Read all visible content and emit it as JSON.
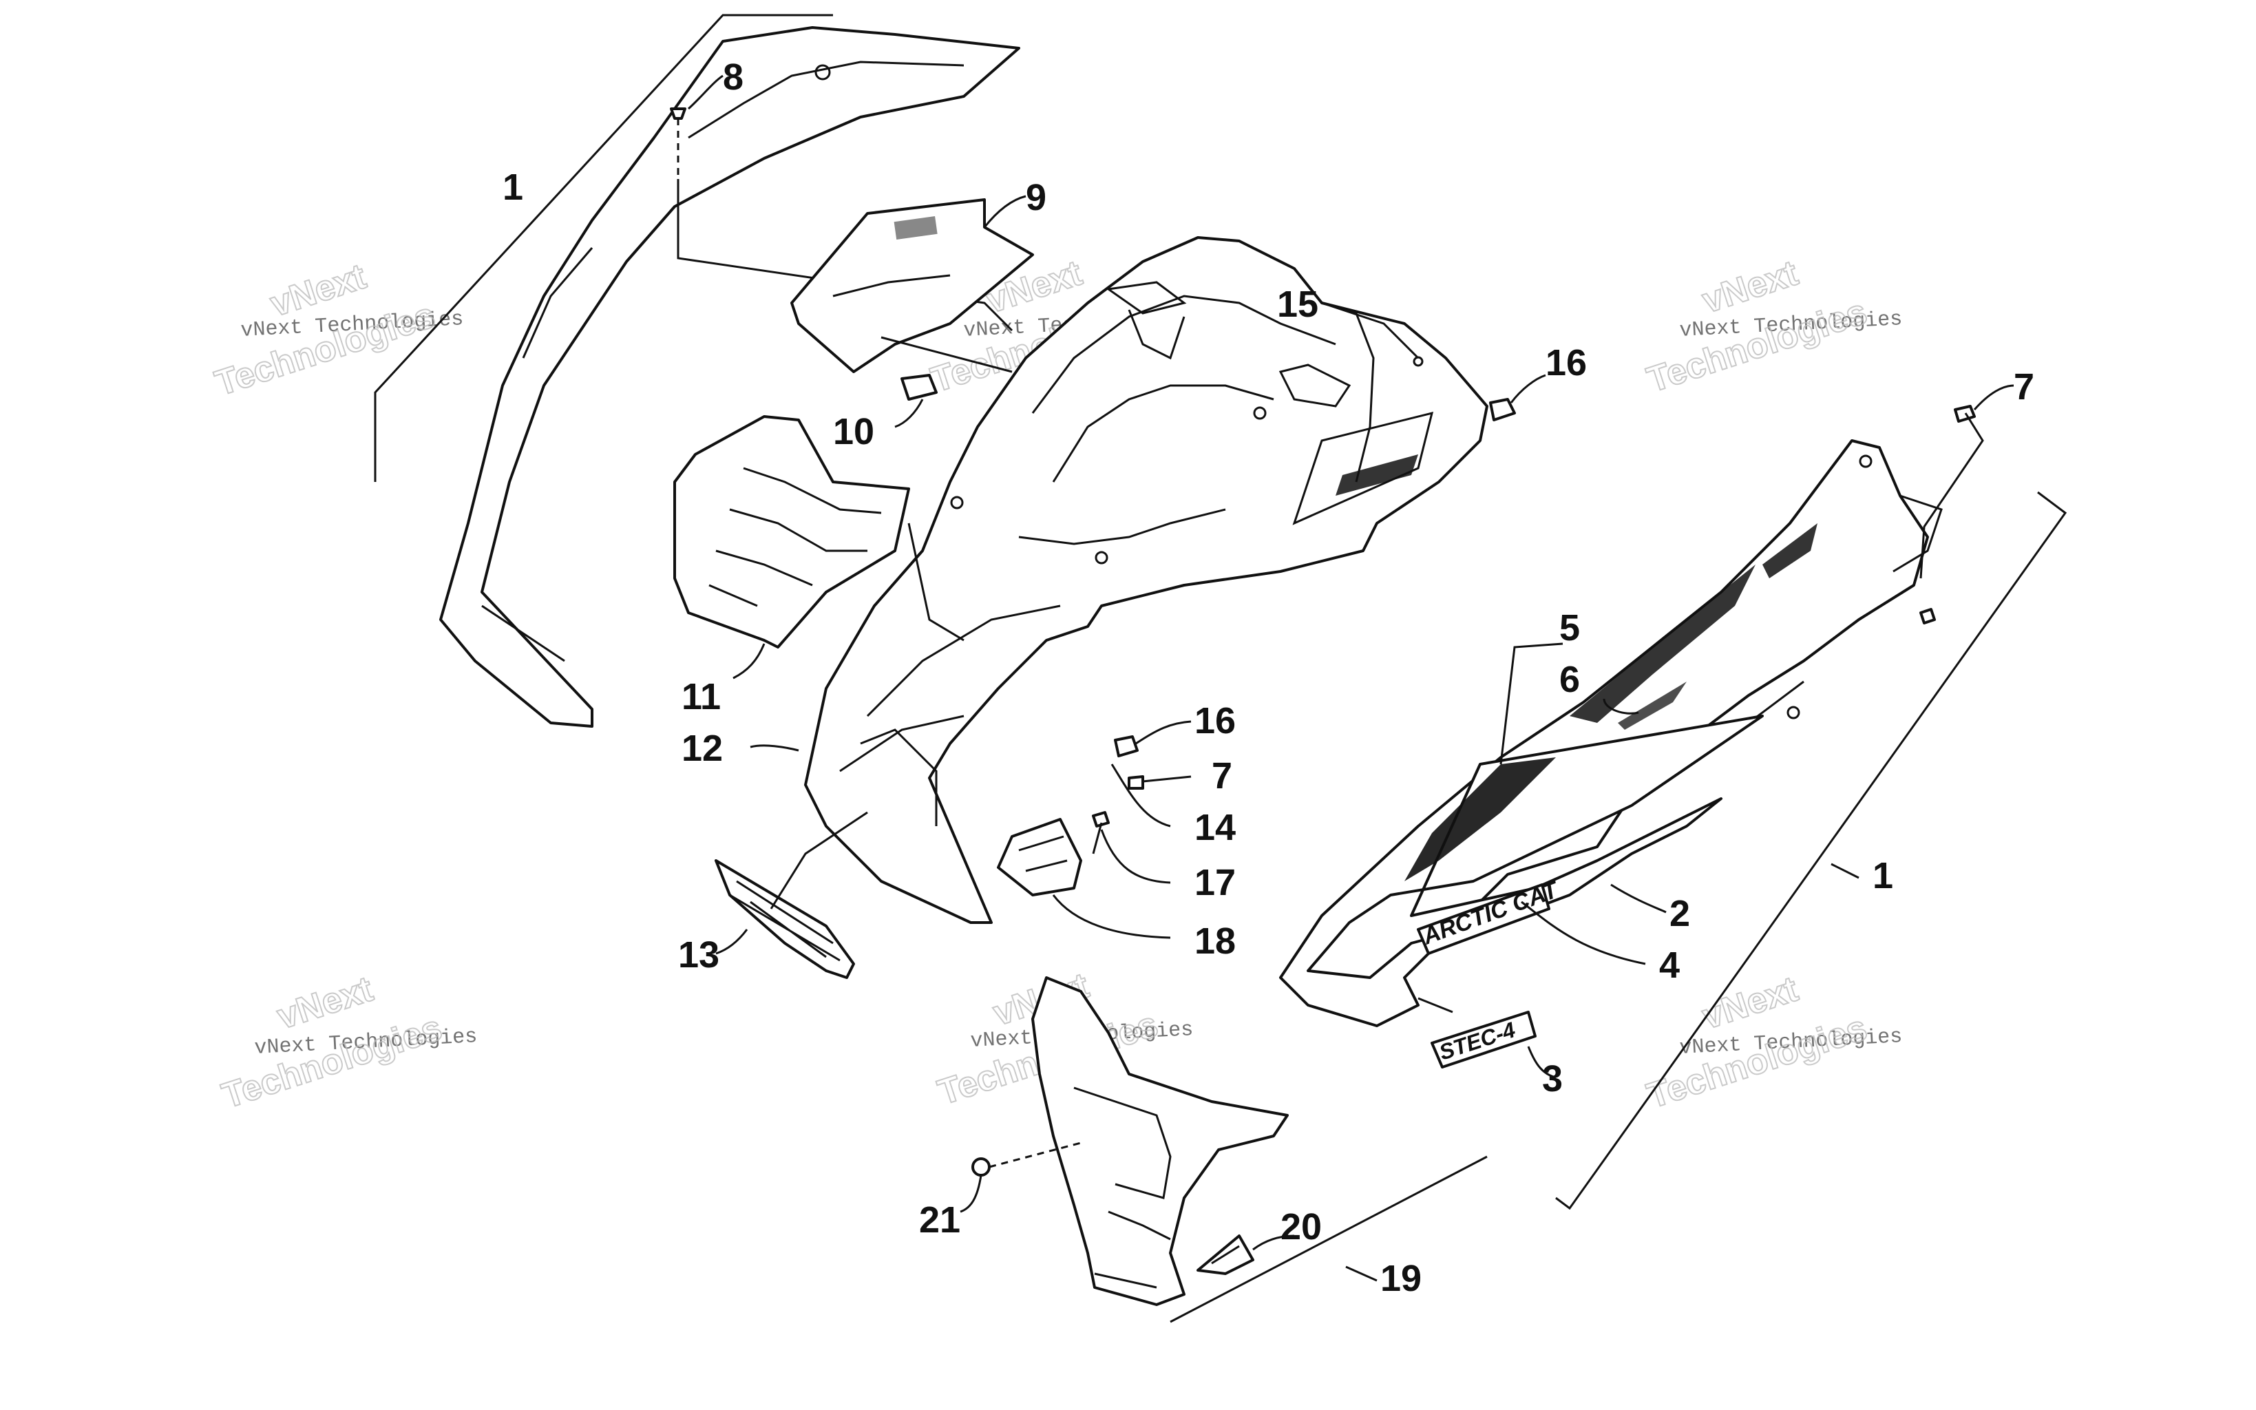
{
  "callouts": {
    "c1a": "1",
    "c1b": "1",
    "c2": "2",
    "c3": "3",
    "c4": "4",
    "c5": "5",
    "c6": "6",
    "c7a": "7",
    "c7b": "7",
    "c8": "8",
    "c9": "9",
    "c10": "10",
    "c11": "11",
    "c12": "12",
    "c13": "13",
    "c14": "14",
    "c15": "15",
    "c16a": "16",
    "c16b": "16",
    "c17": "17",
    "c18": "18",
    "c19": "19",
    "c20": "20",
    "c21": "21"
  },
  "decals": {
    "brand": "ARCTIC CAT",
    "model": "STEC-4"
  },
  "watermarks": {
    "small": "vNext Technologies",
    "line1": "vNext",
    "line2": "Technologies"
  },
  "colors": {
    "ink": "#111111",
    "paper": "#ffffff",
    "watermark": "#bdbdbd"
  }
}
